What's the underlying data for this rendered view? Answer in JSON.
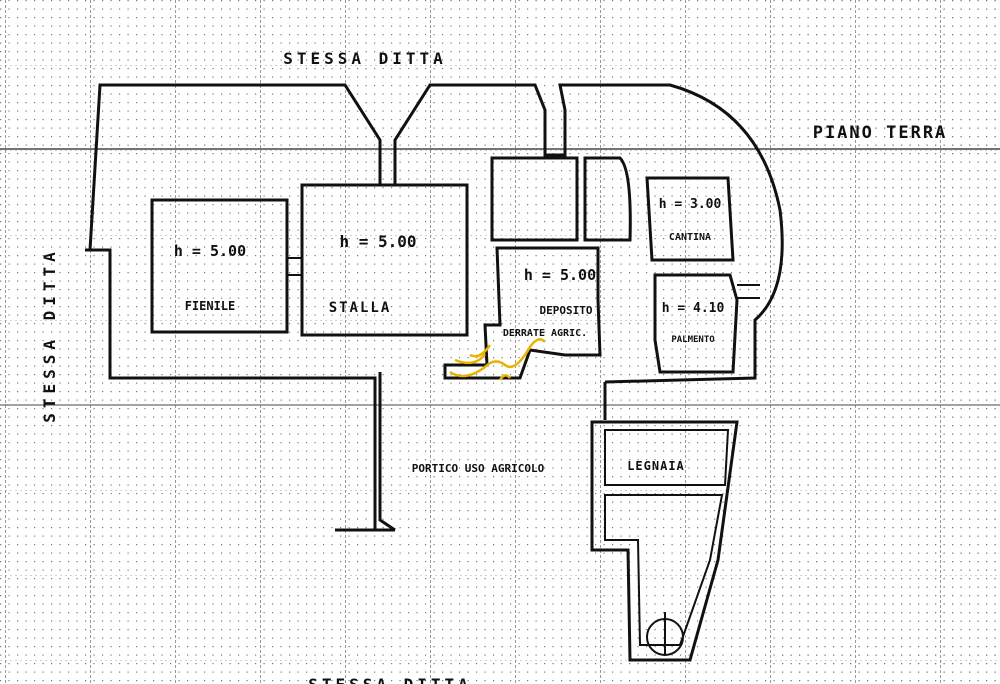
{
  "plan": {
    "title": "PIANO TERRA",
    "neighbors": {
      "top": "STESSA DITTA",
      "left": "STESSA DITTA",
      "bottom": "STESSA DITTA"
    },
    "rooms": [
      {
        "name": "FIENILE",
        "height": "h = 5.00"
      },
      {
        "name": "STALLA",
        "height": "h = 5.00"
      },
      {
        "name": "DEPOSITO",
        "height": "h = 5.00"
      },
      {
        "name": "DERRATE AGRIC."
      },
      {
        "name": "CANTINA",
        "height": "h = 3.00"
      },
      {
        "name": "PALMENTO",
        "height": "h = 4.10"
      },
      {
        "name": "PORTICO USO AGRICOLO"
      },
      {
        "name": "LEGNAIA"
      }
    ]
  },
  "colors": {
    "ink": "#111111",
    "grid": "#9a9a9a",
    "signature": "#e8b400"
  }
}
